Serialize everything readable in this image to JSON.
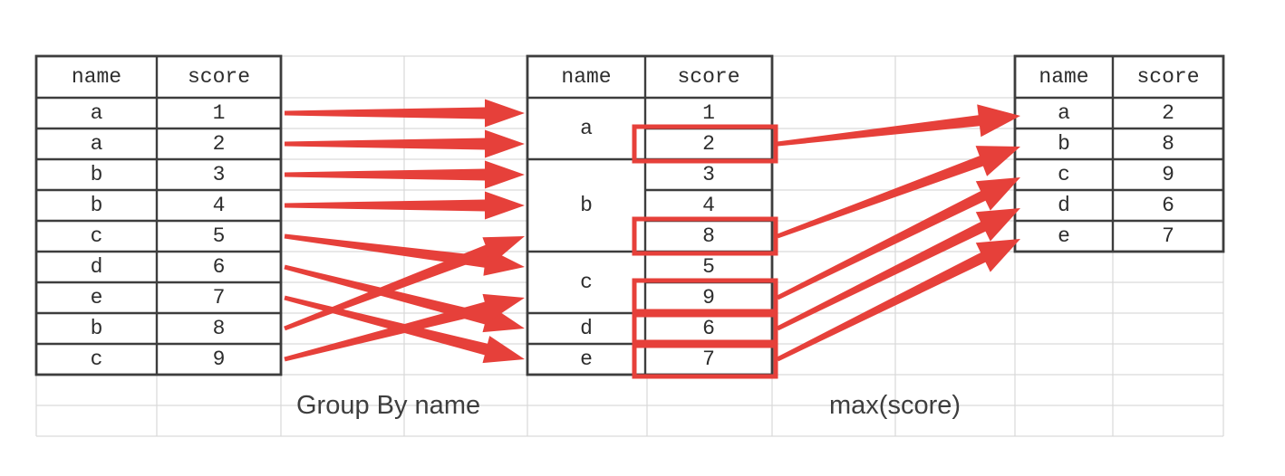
{
  "tables": {
    "source": {
      "headers": [
        "name",
        "score"
      ],
      "rows": [
        [
          "a",
          "1"
        ],
        [
          "a",
          "2"
        ],
        [
          "b",
          "3"
        ],
        [
          "b",
          "4"
        ],
        [
          "c",
          "5"
        ],
        [
          "d",
          "6"
        ],
        [
          "e",
          "7"
        ],
        [
          "b",
          "8"
        ],
        [
          "c",
          "9"
        ]
      ]
    },
    "grouped": {
      "headers": [
        "name",
        "score"
      ],
      "groups": [
        {
          "name": "a",
          "scores": [
            "1",
            "2"
          ],
          "max": "2"
        },
        {
          "name": "b",
          "scores": [
            "3",
            "4",
            "8"
          ],
          "max": "8"
        },
        {
          "name": "c",
          "scores": [
            "5",
            "9"
          ],
          "max": "9"
        },
        {
          "name": "d",
          "scores": [
            "6"
          ],
          "max": "6"
        },
        {
          "name": "e",
          "scores": [
            "7"
          ],
          "max": "7"
        }
      ]
    },
    "result": {
      "headers": [
        "name",
        "score"
      ],
      "rows": [
        [
          "a",
          "2"
        ],
        [
          "b",
          "8"
        ],
        [
          "c",
          "9"
        ],
        [
          "d",
          "6"
        ],
        [
          "e",
          "7"
        ]
      ]
    }
  },
  "labels": {
    "group_by": "Group By name",
    "max": "max(score)"
  },
  "colors": {
    "arrow_red": "#e6403a",
    "highlight_red": "#e6403a",
    "table_border": "#3d3d3d",
    "grid_line": "#d9d9d9",
    "cell_text": "#2d2d2d",
    "label_text": "#3e3e3e",
    "background": "#ffffff"
  }
}
